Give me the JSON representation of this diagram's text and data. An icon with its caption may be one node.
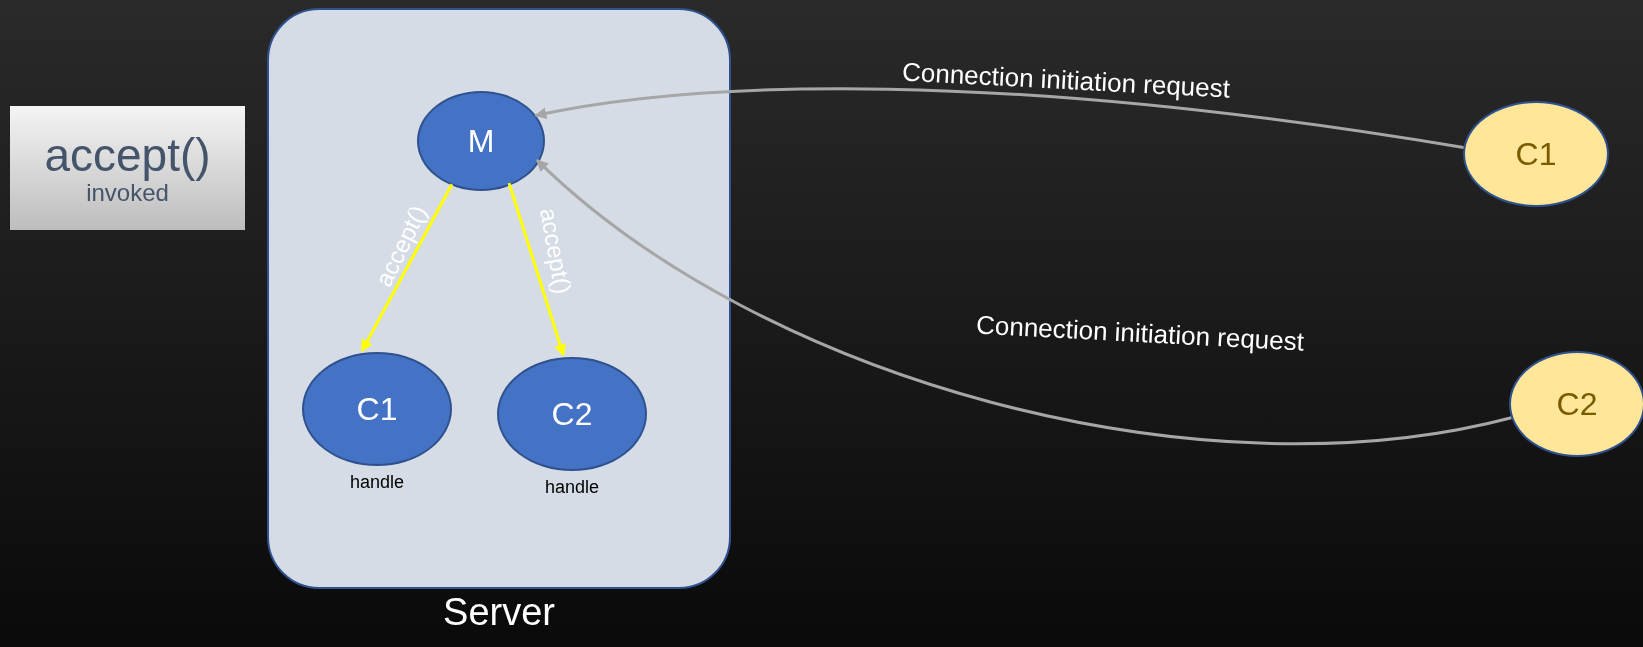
{
  "diagram": {
    "nodes": [
      {
        "text": [
          "accept()",
          "invoked"
        ]
      },
      {
        "text": [
          "Server"
        ]
      },
      {
        "text": [
          "M"
        ],
        "in": 1
      },
      {
        "text": [
          "C1"
        ],
        "in": 1,
        "beside": [
          "handle"
        ]
      },
      {
        "text": [
          "C2"
        ],
        "in": 1,
        "beside": [
          "handle"
        ]
      },
      {
        "text": [
          "C1"
        ]
      },
      {
        "text": [
          "C2"
        ]
      }
    ],
    "edges": [
      {
        "from": 5,
        "to": 2,
        "arrow": "to",
        "label": "Connection initiation request"
      },
      {
        "from": 6,
        "to": 2,
        "arrow": "to",
        "label": "Connection initiation request"
      },
      {
        "from": 2,
        "to": 3,
        "arrow": "to",
        "label": "accept()",
        "color": "#ffff00"
      },
      {
        "from": 2,
        "to": 4,
        "arrow": "to",
        "label": "accept()",
        "color": "#ffff00"
      }
    ]
  }
}
